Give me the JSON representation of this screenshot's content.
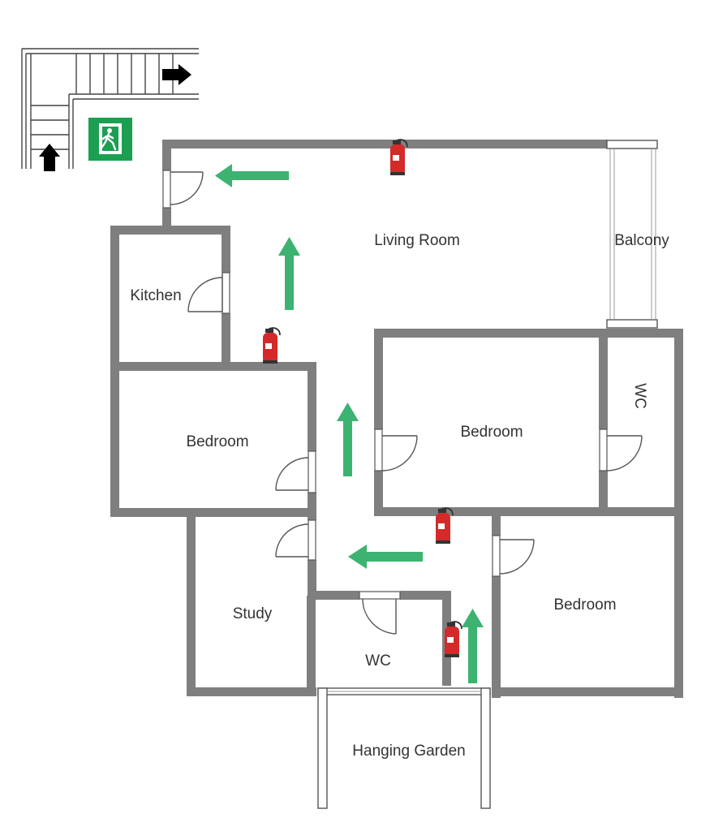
{
  "rooms": {
    "living_room": "Living Room",
    "balcony": "Balcony",
    "kitchen": "Kitchen",
    "bedroom_left": "Bedroom",
    "bedroom_center": "Bedroom",
    "wc_right": "WC",
    "bedroom_lower_right": "Bedroom",
    "study": "Study",
    "wc_bottom": "WC",
    "hanging_garden": "Hanging Garden"
  },
  "colors": {
    "wall": "#7f7f7f",
    "evacuation_arrow": "#3cb371",
    "exit_sign": "#1aa050",
    "extinguisher": "#d42a2a",
    "stair_arrow": "#000000"
  },
  "icons": {
    "exit_sign": "emergency-exit-running-man-icon",
    "extinguisher": "fire-extinguisher-icon",
    "arrow": "evacuation-arrow-icon"
  }
}
